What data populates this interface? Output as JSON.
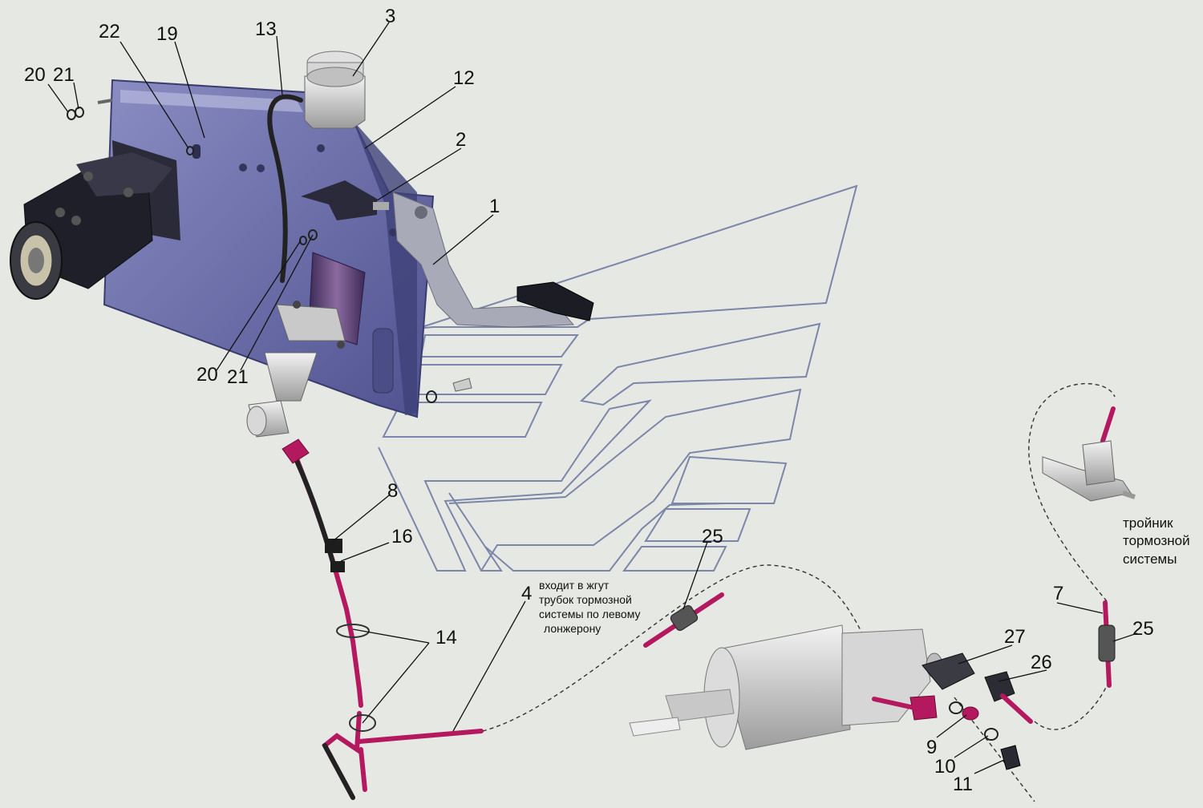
{
  "callouts": [
    {
      "id": "c1",
      "text": "1"
    },
    {
      "id": "c2",
      "text": "2"
    },
    {
      "id": "c3",
      "text": "3"
    },
    {
      "id": "c4",
      "text": "4"
    },
    {
      "id": "c7",
      "text": "7"
    },
    {
      "id": "c8",
      "text": "8"
    },
    {
      "id": "c9",
      "text": "9"
    },
    {
      "id": "c10",
      "text": "10"
    },
    {
      "id": "c11",
      "text": "11"
    },
    {
      "id": "c12",
      "text": "12"
    },
    {
      "id": "c13",
      "text": "13"
    },
    {
      "id": "c14",
      "text": "14"
    },
    {
      "id": "c16",
      "text": "16"
    },
    {
      "id": "c19",
      "text": "19"
    },
    {
      "id": "c20a",
      "text": "20"
    },
    {
      "id": "c21a",
      "text": "21"
    },
    {
      "id": "c20b",
      "text": "20"
    },
    {
      "id": "c21b",
      "text": "21"
    },
    {
      "id": "c22",
      "text": "22"
    },
    {
      "id": "c25a",
      "text": "25"
    },
    {
      "id": "c25b",
      "text": "25"
    },
    {
      "id": "c26",
      "text": "26"
    },
    {
      "id": "c27",
      "text": "27"
    }
  ],
  "notes": {
    "harness": [
      "входит в жгут",
      "трубок тормозной",
      "системы по левому",
      "лонжерону"
    ],
    "tee": [
      "тройник",
      "тормозной",
      "системы"
    ]
  },
  "colors": {
    "panel": "#5c5f9e",
    "tube": "#b4185e",
    "logo": "#7c86a8",
    "background": "#e6e8e4"
  }
}
